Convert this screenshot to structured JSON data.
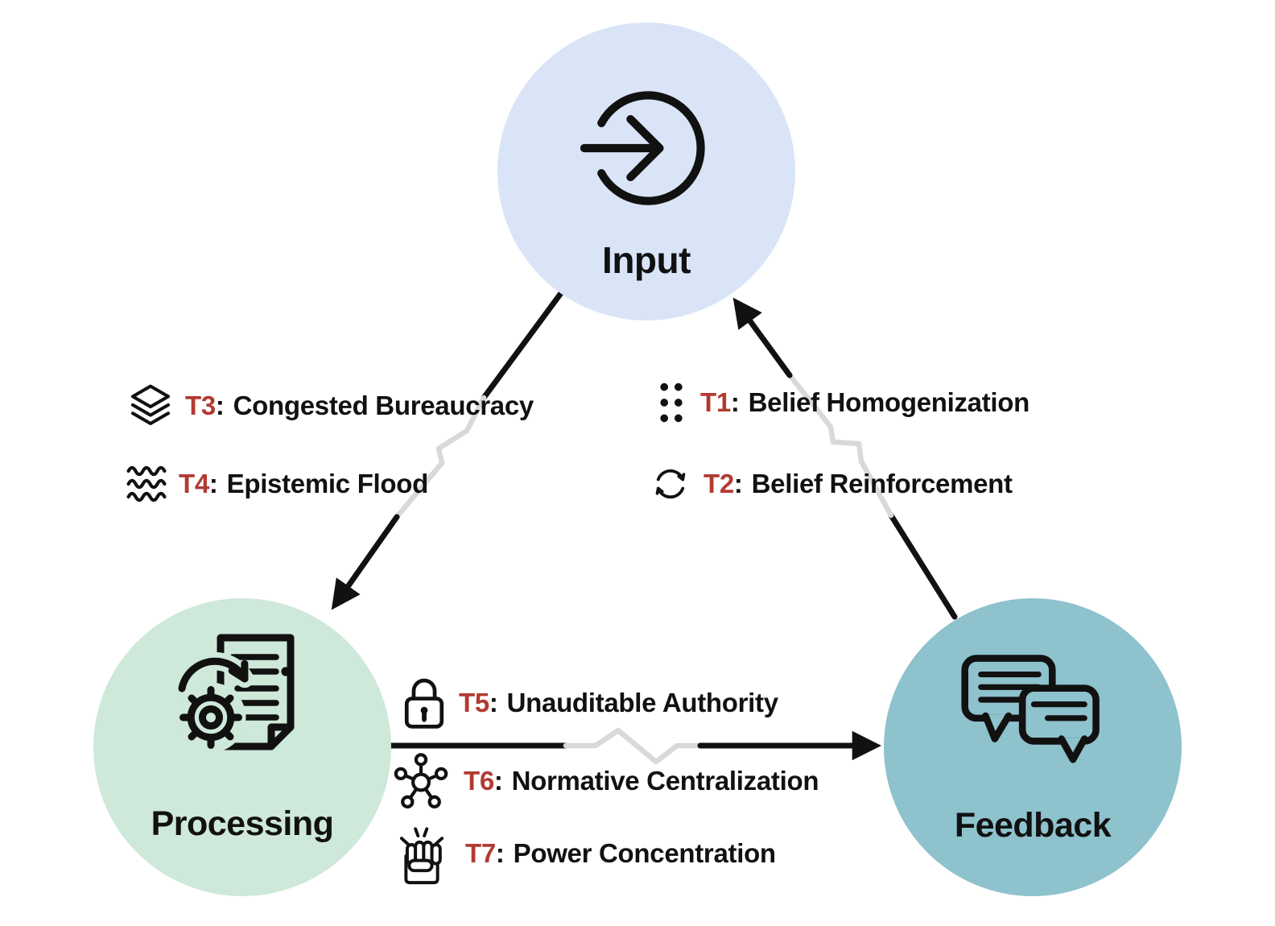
{
  "separator": ":",
  "colors": {
    "accent_red": "#b23a32",
    "node_input": "#d9e5f7",
    "node_processing": "#cee8d9",
    "node_feedback": "#8ec2cd",
    "arrow_black": "#111111",
    "break_gray": "#d9d9d9"
  },
  "nodes": {
    "input": {
      "label": "Input",
      "icon": "login-arrow-icon"
    },
    "processing": {
      "label": "Processing",
      "icon": "document-gear-icon"
    },
    "feedback": {
      "label": "Feedback",
      "icon": "chat-bubbles-icon"
    }
  },
  "threats": {
    "t1": {
      "id": "T1",
      "name": "Belief Homogenization",
      "icon": "dots-grid-icon"
    },
    "t2": {
      "id": "T2",
      "name": "Belief Reinforcement",
      "icon": "refresh-icon"
    },
    "t3": {
      "id": "T3",
      "name": "Congested Bureaucracy",
      "icon": "layers-icon"
    },
    "t4": {
      "id": "T4",
      "name": "Epistemic Flood",
      "icon": "waves-icon"
    },
    "t5": {
      "id": "T5",
      "name": "Unauditable Authority",
      "icon": "lock-icon"
    },
    "t6": {
      "id": "T6",
      "name": "Normative Centralization",
      "icon": "network-icon"
    },
    "t7": {
      "id": "T7",
      "name": "Power Concentration",
      "icon": "fist-icon"
    }
  },
  "edges": [
    {
      "from": "Input",
      "to": "Processing",
      "threats": [
        "T3",
        "T4"
      ]
    },
    {
      "from": "Feedback",
      "to": "Input",
      "threats": [
        "T1",
        "T2"
      ]
    },
    {
      "from": "Processing",
      "to": "Feedback",
      "threats": [
        "T5",
        "T6",
        "T7"
      ]
    }
  ]
}
